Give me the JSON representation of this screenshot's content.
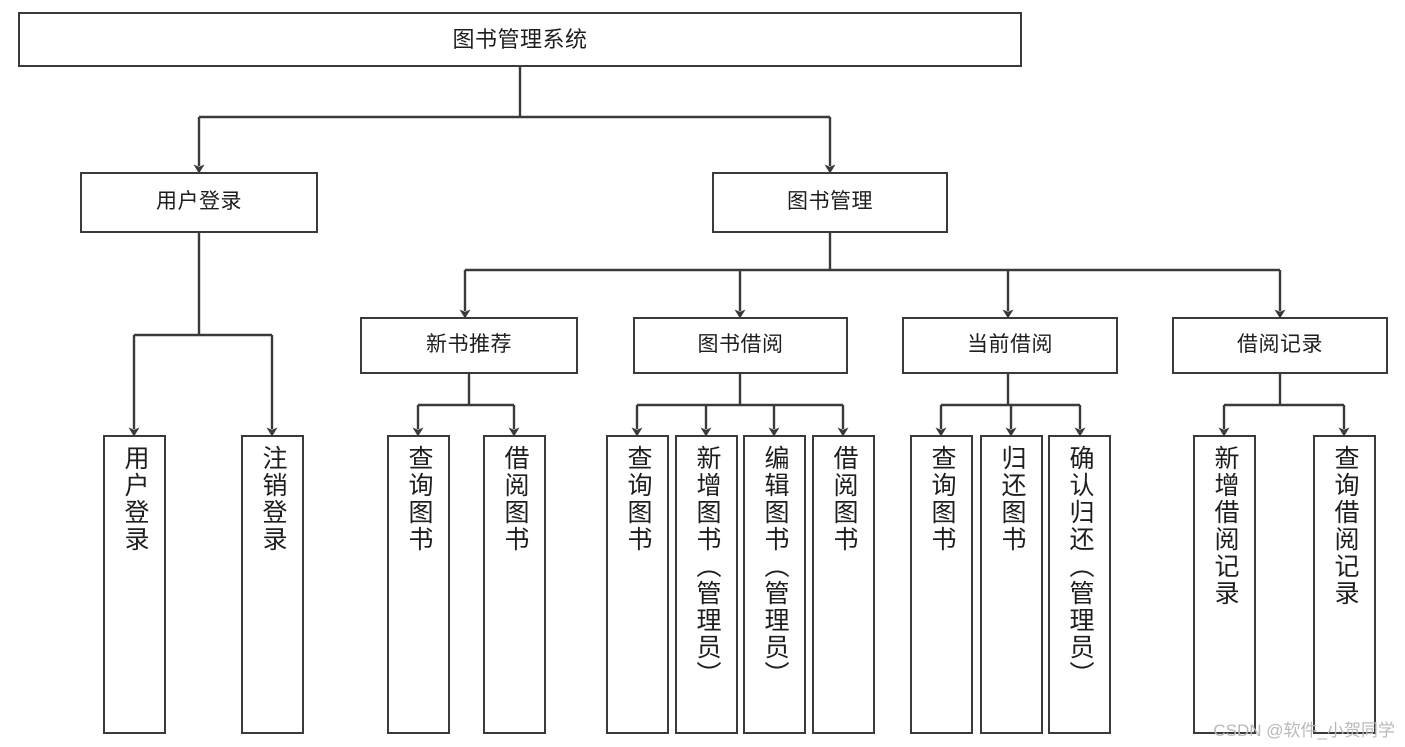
{
  "diagram": {
    "type": "tree",
    "title": "图书管理系统",
    "watermark": "CSDN @软件_小贺同学",
    "colors": {
      "background": "#ffffff",
      "line": "#3a3a3a",
      "box_border": "#3a3a3a",
      "box_fill": "#ffffff",
      "text": "#1e1e1e",
      "watermark": "#b9b9b9"
    },
    "nodes": {
      "root": {
        "label": "图书管理系统"
      },
      "level2": [
        {
          "label": "用户登录"
        },
        {
          "label": "图书管理"
        }
      ],
      "level3": [
        {
          "label": "新书推荐"
        },
        {
          "label": "图书借阅"
        },
        {
          "label": "当前借阅"
        },
        {
          "label": "借阅记录"
        }
      ],
      "leaves": {
        "user_login": [
          {
            "label": "用户登录"
          },
          {
            "label": "注销登录"
          }
        ],
        "new_book_recommend": [
          {
            "label": "查询图书"
          },
          {
            "label": "借阅图书"
          }
        ],
        "book_borrow": [
          {
            "label": "查询图书"
          },
          {
            "label": "新增图书（管理员）"
          },
          {
            "label": "编辑图书（管理员）"
          },
          {
            "label": "借阅图书"
          }
        ],
        "current_borrow": [
          {
            "label": "查询图书"
          },
          {
            "label": "归还图书"
          },
          {
            "label": "确认归还（管理员）"
          }
        ],
        "borrow_record": [
          {
            "label": "新增借阅记录"
          },
          {
            "label": "查询借阅记录"
          }
        ]
      }
    }
  }
}
